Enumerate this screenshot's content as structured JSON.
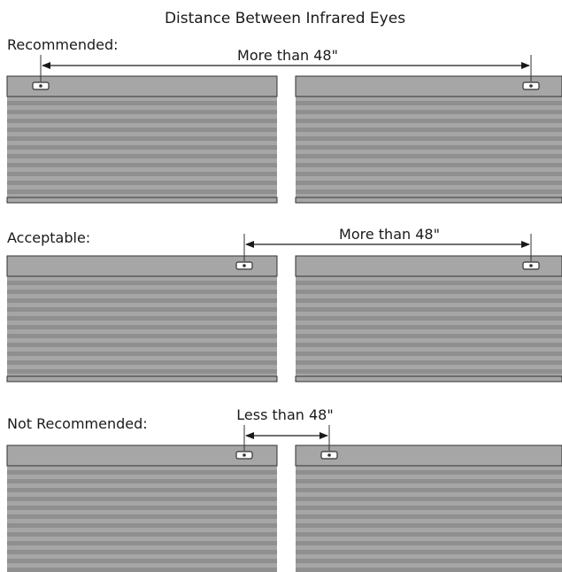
{
  "title": "Distance Between Infrared Eyes",
  "colors": {
    "headrail": "#a6a6a6",
    "stripe_light": "#a6a6a6",
    "stripe_dark": "#8f8f8f",
    "outline": "#333333",
    "eye_fill": "#ffffff",
    "text": "#1a1a1a"
  },
  "sections": [
    {
      "id": "recommended",
      "label": "Recommended:",
      "distance_label": "More than 48\""
    },
    {
      "id": "acceptable",
      "label": "Acceptable:",
      "distance_label": "More than 48\""
    },
    {
      "id": "not-recommended",
      "label": "Not Recommended:",
      "distance_label": "Less than 48\""
    }
  ]
}
